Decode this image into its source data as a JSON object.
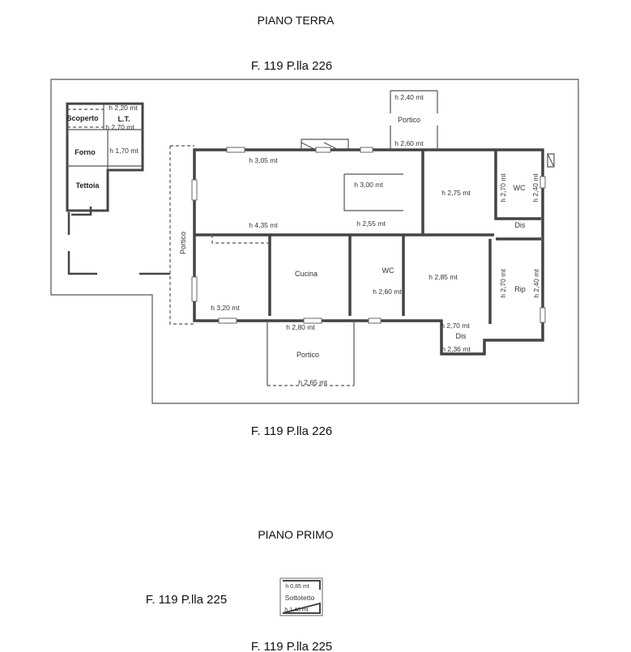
{
  "ground_floor": {
    "title": "PIANO TERRA",
    "parcel_top": "F. 119 P.lla 226",
    "parcel_bottom": "F. 119 P.lla 226",
    "annex": {
      "scoperto": "Scoperto",
      "lt": "L.T.",
      "h_lt_top": "h 2,20 mt",
      "h_lt_bottom": "h 2,70 mt",
      "forno": "Forno",
      "h_small": "h 1,70 mt",
      "tettoia": "Tettoia"
    },
    "rooms": {
      "portico_top": "Portico",
      "h_portico_top": "h 2,40 mt",
      "h_entry_top": "h 2,60 mt",
      "h_living": "h 3,05 mt",
      "h_inner": "h 3,00 mt",
      "h_room_ne": "h 2,75 mt",
      "wc_ne": "WC",
      "h_wc_ne_left": "h 2,70 mt",
      "h_wc_ne_right": "h 2,40 mt",
      "dis_ne": "Dis",
      "h_corridor": "h 4,35 mt",
      "h_hall": "h 2,55 mt",
      "portico_left": "Portico",
      "cucina": "Cucina",
      "wc_center": "WC",
      "h_wc_center": "h 2,60 mt",
      "h_room_se": "h 2,85 mt",
      "h_rip_left": "h 2,70 mt",
      "rip": "Rip",
      "h_rip_right": "h 2,40 mt",
      "h_room_sw": "h 3,20 mt",
      "h_bottom_entry": "h 2,80 mt",
      "h_dis_se_top": "h 2,70 mt",
      "dis_se": "Dis",
      "h_dis_se_bottom": "h 2,36 mt",
      "portico_bottom": "Portico",
      "h_portico_bottom": "h 2,65 mt"
    }
  },
  "first_floor": {
    "title": "PIANO PRIMO",
    "parcel_left": "F. 119 P.lla 225",
    "parcel_bottom": "F. 119 P.lla 225",
    "attic": {
      "h_top": "h 0,85 mt",
      "label": "Sottotetto",
      "h_bottom": "h 1,40 mt"
    }
  }
}
